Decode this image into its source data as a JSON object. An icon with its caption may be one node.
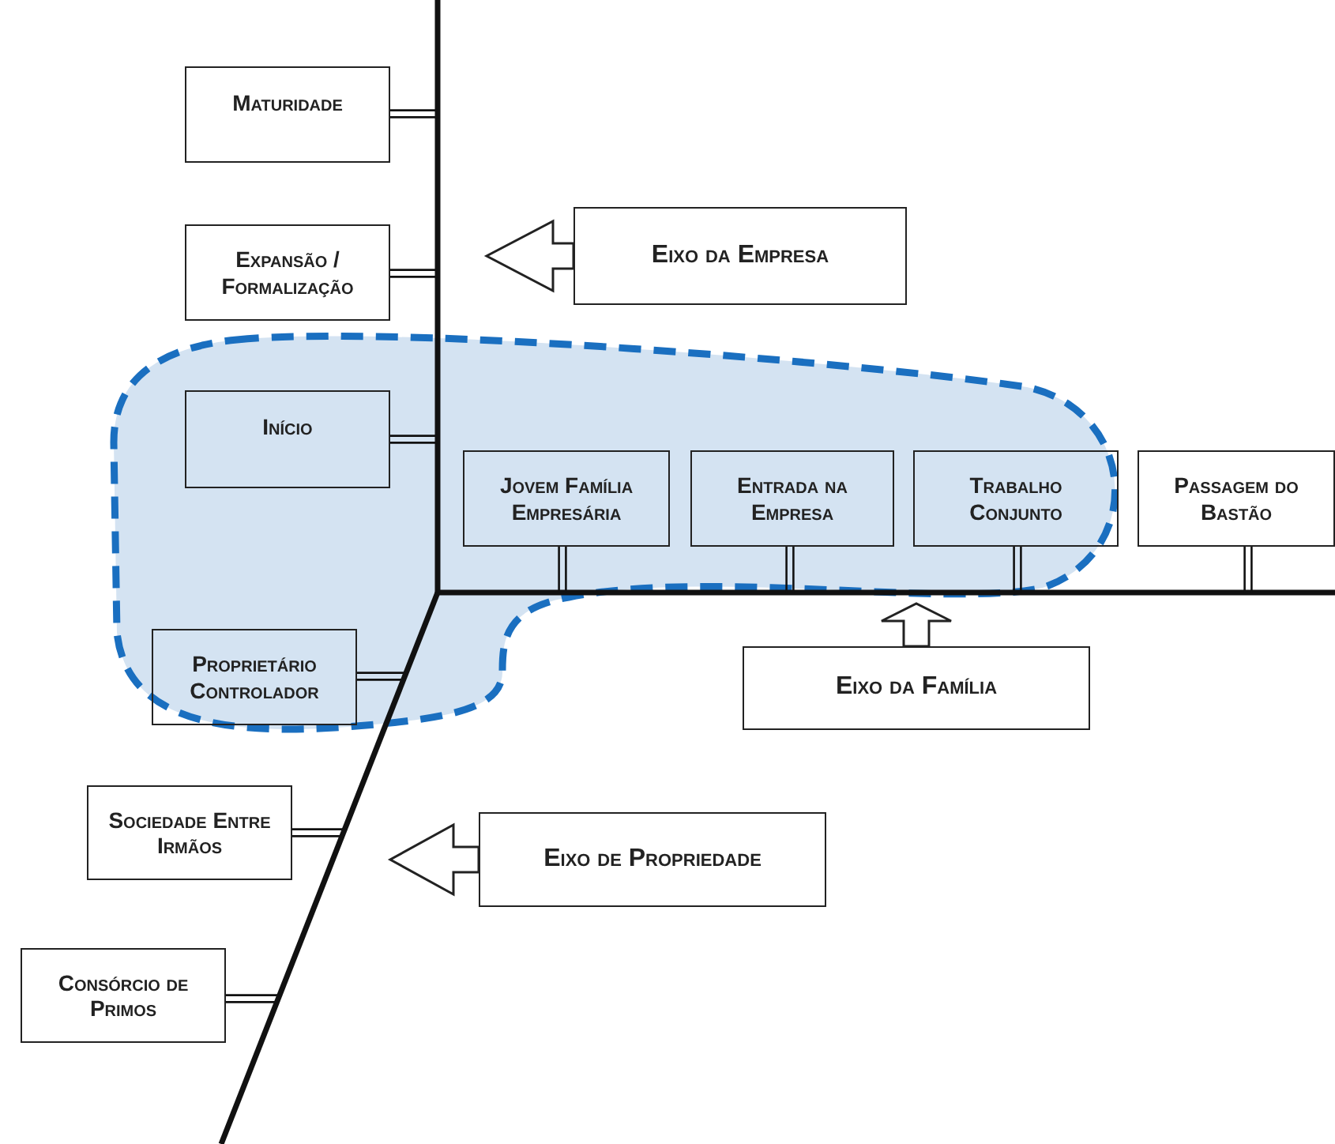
{
  "diagram": {
    "nodes": [
      {
        "text": [
          "Maturidade"
        ]
      },
      {
        "text": [
          "Expansão / Formalização"
        ]
      },
      {
        "text": [
          "Eixo da Empresa"
        ]
      },
      {
        "text": [],
        "shape": "cloud"
      },
      {
        "text": [
          "Início"
        ],
        "in": 3
      },
      {
        "text": [
          "Jovem Família Empresária"
        ],
        "in": 3
      },
      {
        "text": [
          "Entrada na Empresa"
        ],
        "in": 3
      },
      {
        "text": [
          "Trabalho Conjunto"
        ],
        "in": 3
      },
      {
        "text": [
          "Passagem do Bastão"
        ]
      },
      {
        "text": [
          "Proprietário Controlador"
        ],
        "in": 3
      },
      {
        "text": [
          "Eixo da Família"
        ]
      },
      {
        "text": [
          "Sociedade Entre Irmãos"
        ]
      },
      {
        "text": [
          "Eixo de Propriedade"
        ]
      },
      {
        "text": [
          "Consórcio de Primos"
        ]
      }
    ],
    "edges": [
      {
        "from": 2,
        "to": null,
        "arrow": "to"
      },
      {
        "from": 10,
        "to": null,
        "arrow": "to"
      },
      {
        "from": 12,
        "to": null,
        "arrow": "to"
      }
    ]
  }
}
